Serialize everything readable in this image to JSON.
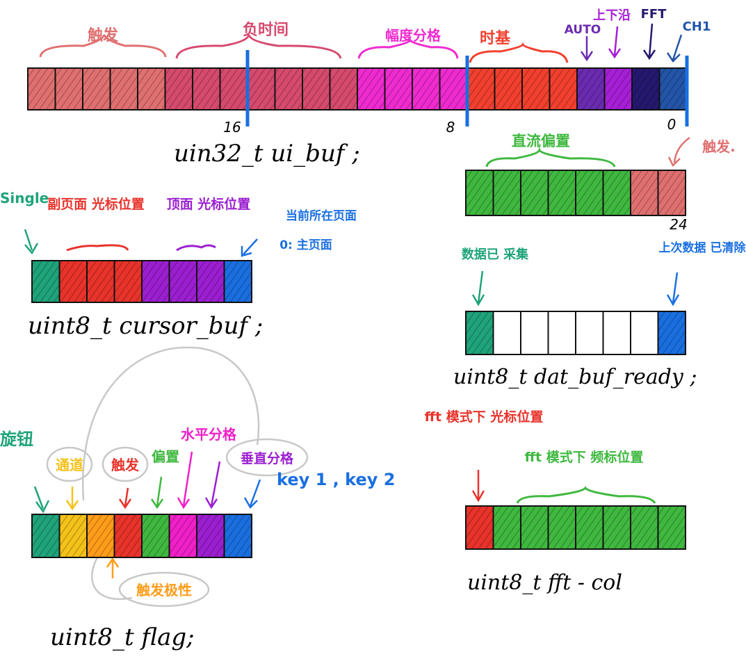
{
  "colors": {
    "trigger": "#e07070",
    "neg_time": "#d64a6e",
    "amp_div": "#ef2bd0",
    "time_base": "#f2402e",
    "auto": "#6a2bb0",
    "updown": "#a61fd6",
    "fft": "#24186e",
    "ch1": "#2255a8",
    "teal": "#1fa37a",
    "red": "#e8332b",
    "purple": "#9b1fd0",
    "blue": "#1a6fe0",
    "green": "#3fb83f",
    "yellow": "#f5c21a",
    "orange": "#ff9d1a",
    "magenta": "#f020c8"
  },
  "ui_buf": {
    "labels": {
      "trigger": "触发",
      "neg_time": "负时间",
      "amp_div": "幅度分格",
      "time_base": "时基",
      "auto": "AUTO",
      "updown": "上下沿",
      "fft": "FFT",
      "ch1": "CH1"
    },
    "bit_labels": [
      "16",
      "8",
      "0"
    ],
    "declaration": "uin32_t  ui_buf ;"
  },
  "cursor_buf": {
    "labels": {
      "single": "Single",
      "sub_page": "副页面 光标位置",
      "top_page": "顶面 光标位置",
      "current_page": "当前所在页面",
      "main_page": "0: 主页面"
    },
    "declaration": "uint8_t  cursor_buf ;"
  },
  "dc_bias": {
    "labels": {
      "bias": "直流偏置",
      "trigger": "触发."
    },
    "bit_label": "24"
  },
  "dat_buf_ready": {
    "labels": {
      "collected": "数据已 采集",
      "cleared": "上次数据 已清除"
    },
    "declaration": "uint8_t   dat_buf_ready ;"
  },
  "flag": {
    "labels": {
      "knob": "旋钮",
      "channel": "通道",
      "trigger": "触发",
      "bias": "偏置",
      "hdiv": "水平分格",
      "vdiv": "垂直分格",
      "keys": "key 1 ,  key 2",
      "polarity": "触发极性"
    },
    "declaration": "uint8_t   flag;"
  },
  "fft_col": {
    "labels": {
      "cursor_pos": "fft 模式下 光标位置",
      "freq_pos": "fft 模式下 频标位置"
    },
    "declaration": "uint8_t   fft - col"
  }
}
